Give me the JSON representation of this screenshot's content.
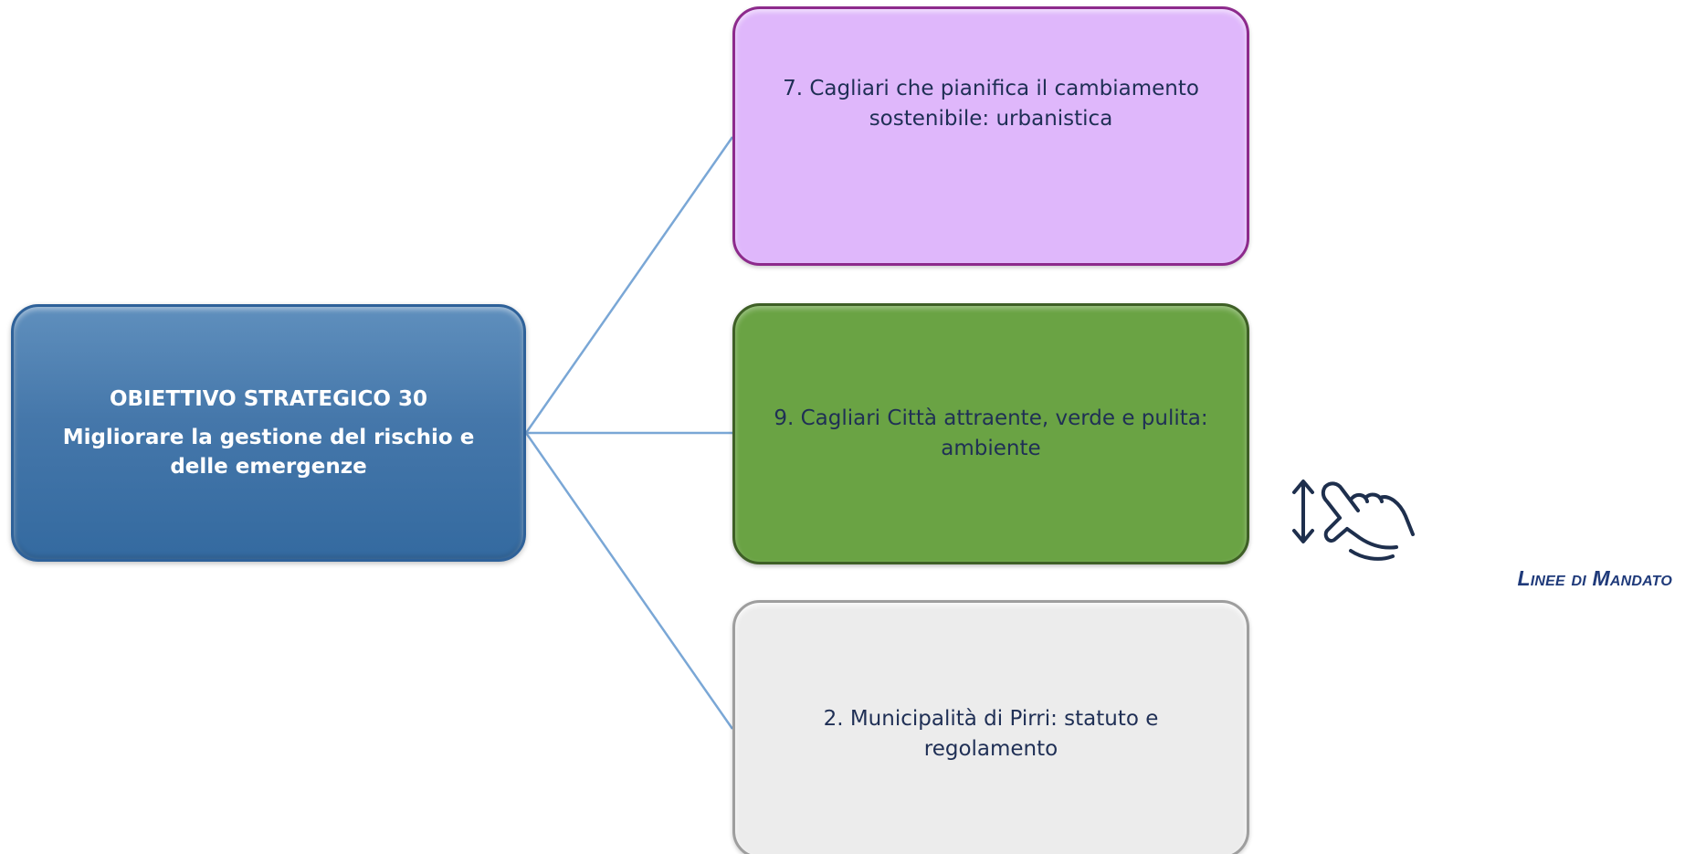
{
  "main_objective": {
    "title": "OBIETTIVO STRATEGICO 30",
    "description": "Migliorare la gestione del rischio e delle emergenze",
    "color": "#4577aa"
  },
  "linked_lines": [
    {
      "label": "7. Cagliari che pianifica il cambiamento sostenibile: urbanistica",
      "color": "#dfb7fb"
    },
    {
      "label": "9. Cagliari Città attraente, verde e pulita: ambiente",
      "color": "#6aa344"
    },
    {
      "label": "2. Municipalità di Pirri: statuto e regolamento",
      "color": "#ececec"
    }
  ],
  "connector_color": "#7aa7d6",
  "icon": "hand-swipe-vertical-icon",
  "footer_label": "Linee di Mandato"
}
